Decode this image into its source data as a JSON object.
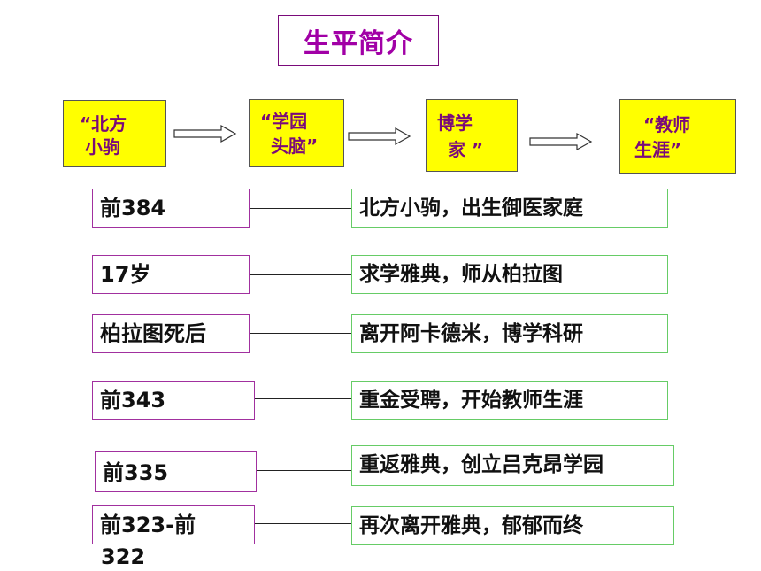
{
  "title": "生平简介",
  "stages": [
    {
      "line1": "“北方",
      "line2": "小驹"
    },
    {
      "line1": "“学园",
      "line2": "头脑”"
    },
    {
      "line1": "博学",
      "line2": "家 ”"
    },
    {
      "line1": "“教师",
      "line2": "生涯”"
    }
  ],
  "timeline": [
    {
      "time": "前384",
      "event": "北方小驹，出生御医家庭"
    },
    {
      "time": "17岁",
      "event": "求学雅典，师从柏拉图"
    },
    {
      "time": "柏拉图死后",
      "event": "离开阿卡德米，博学科研"
    },
    {
      "time": "前343",
      "event": "重金受聘，开始教师生涯"
    },
    {
      "time": "前335",
      "event": "重返雅典，创立吕克昂学园"
    },
    {
      "time": "前323-前",
      "time2": "322",
      "event": "再次离开雅典，郁郁而终"
    }
  ],
  "colors": {
    "stage_fill": "#ffff00",
    "stage_text": "#7a0a7a",
    "title_text": "#a100a6",
    "time_border": "#a1309f",
    "event_border": "#66cc66"
  }
}
